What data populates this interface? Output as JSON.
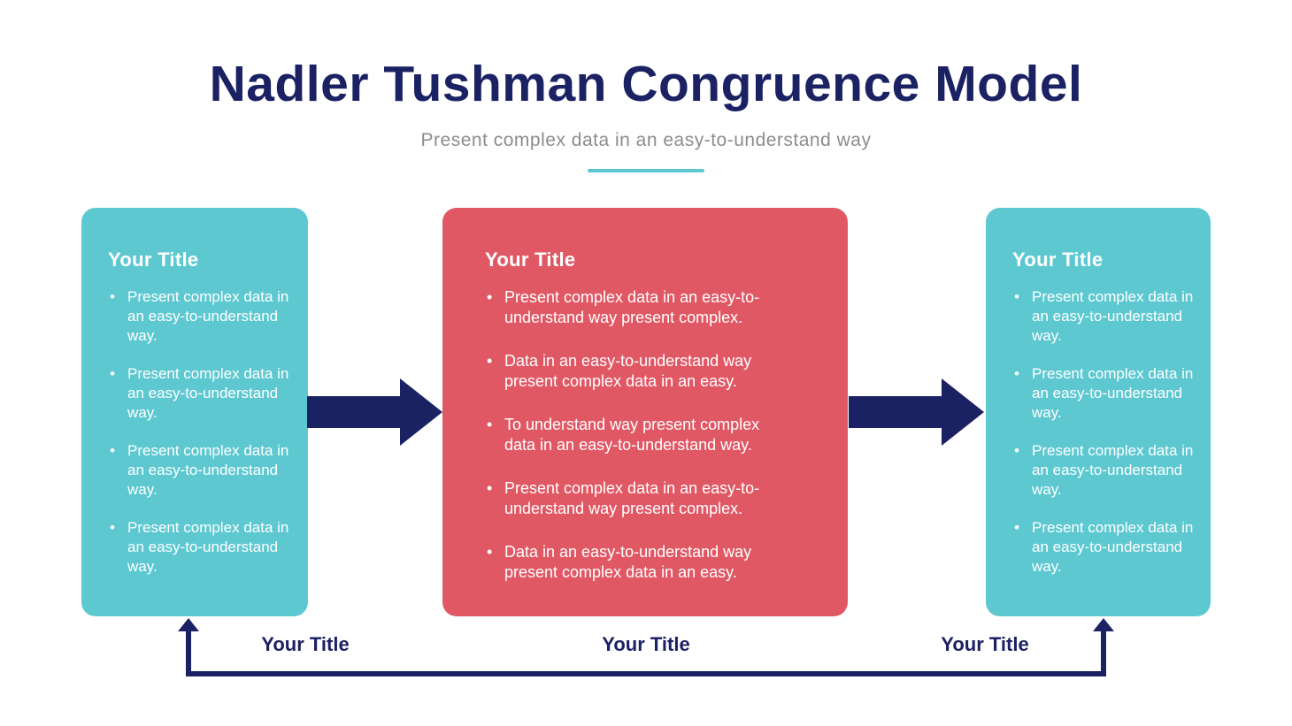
{
  "header": {
    "title": "Nadler Tushman Congruence Model",
    "subtitle": "Present complex data in an easy-to-understand way"
  },
  "colors": {
    "navy": "#1B2263",
    "teal": "#5EC8D1",
    "coral_red": "#E15865",
    "subtitle_gray": "#8A8D90",
    "card_text": "#FFFFFF",
    "background": "#FFFFFF"
  },
  "cards": [
    {
      "title": "Your Title",
      "bullets": [
        "Present complex data in an easy-to-understand way.",
        "Present complex data in an easy-to-understand way.",
        "Present complex data in an easy-to-understand way.",
        "Present complex data in an easy-to-understand way."
      ]
    },
    {
      "title": "Your Title",
      "bullets": [
        "Present complex data in an easy-to-understand way present complex.",
        "Data in an easy-to-understand way present complex data in an easy.",
        "To understand way present complex data in an easy-to-understand way.",
        "Present complex data in an easy-to-understand way present complex.",
        "Data in an easy-to-understand way present complex data in an easy."
      ]
    },
    {
      "title": "Your Title",
      "bullets": [
        "Present complex data in an easy-to-understand way.",
        "Present complex data in an easy-to-understand way.",
        "Present complex data in an easy-to-understand way.",
        "Present complex data in an easy-to-understand way."
      ]
    }
  ],
  "bottom_labels": [
    {
      "label": "Your Title"
    },
    {
      "label": "Your Title"
    },
    {
      "label": "Your Title"
    }
  ]
}
